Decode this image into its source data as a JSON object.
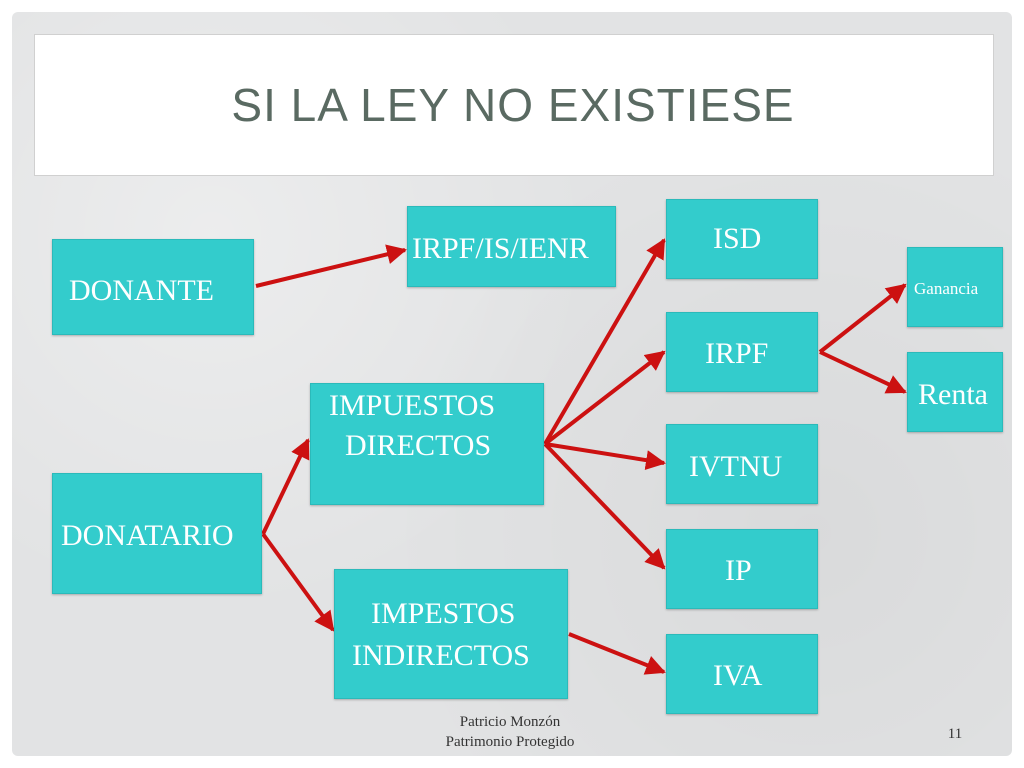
{
  "slide": {
    "title": "SI LA LEY NO EXISTIESE",
    "footer": {
      "author_line1": "Patricio Monzón",
      "author_line2": "Patrimonio Protegido",
      "page_number": "11"
    }
  },
  "nodes": {
    "donante": "DONANTE",
    "irpf_is_ienr": "IRPF/IS/IENR",
    "donatario": "DONATARIO",
    "impuestos_directos_1": "IMPUESTOS",
    "impuestos_directos_2": "DIRECTOS",
    "impuestos_indirectos_1": "IMPESTOS",
    "impuestos_indirectos_2": "INDIRECTOS",
    "isd": "ISD",
    "irpf": "IRPF",
    "ivtnu": "IVTNU",
    "ip": "IP",
    "iva": "IVA",
    "ganancia": "Ganancia",
    "renta": "Renta"
  },
  "colors": {
    "node_fill": "#33cccc",
    "arrow": "#cc1111",
    "title_text": "#5a6a62"
  }
}
